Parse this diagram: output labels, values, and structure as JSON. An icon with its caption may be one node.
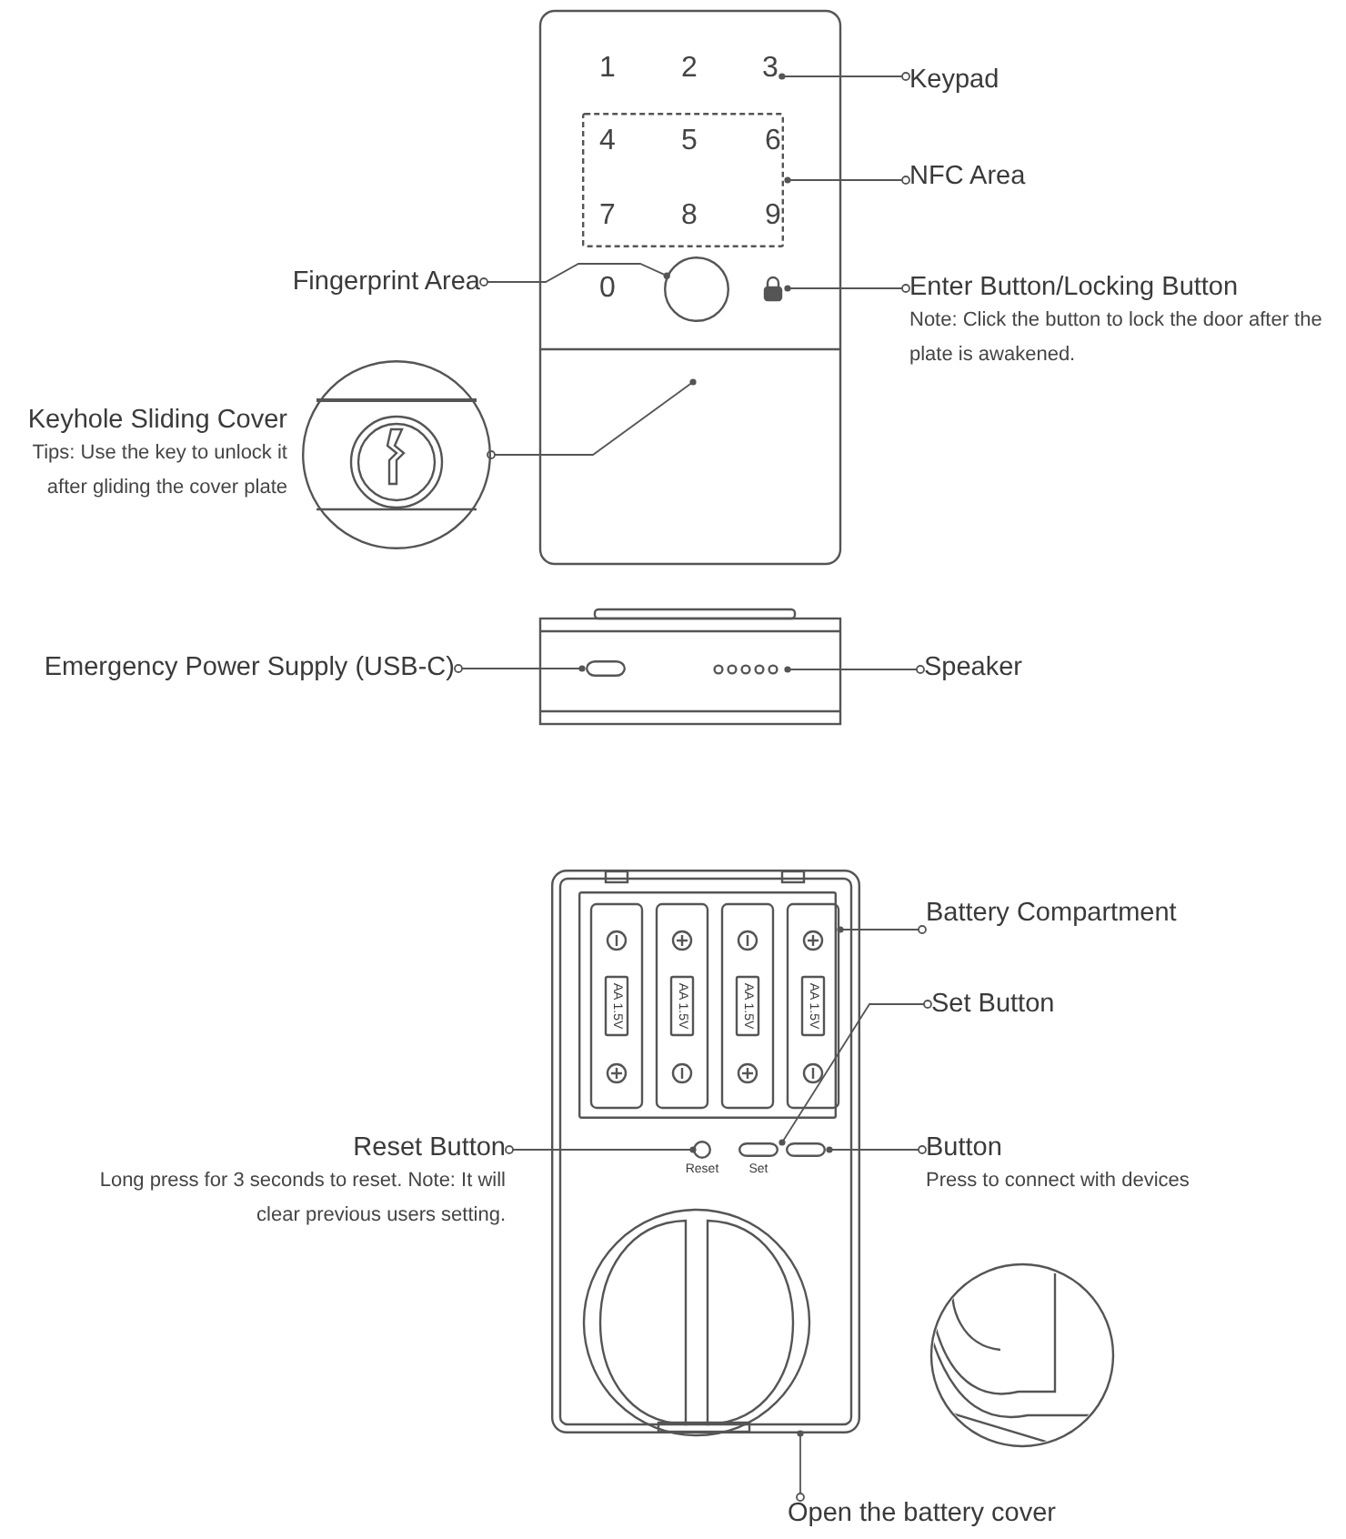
{
  "diagram": {
    "nodes": [
      {
        "text": [
          "Keypad"
        ]
      },
      {
        "text": [
          "3"
        ]
      },
      {
        "text": [
          "NFC Area"
        ]
      },
      {
        "text": [],
        "shape": "box"
      },
      {
        "text": [
          "Fingerprint Area"
        ]
      },
      {
        "text": [],
        "shape": "circle"
      },
      {
        "text": [
          "Enter Button/Locking Button",
          "Note: Click the button to lock the door after the plate is awakened."
        ]
      },
      {
        "text": [],
        "shape": "lock"
      },
      {
        "text": [
          "Keyhole Sliding Cover",
          "Tips: Use the key to unlock it after gliding the cover plate"
        ]
      },
      {
        "text": [],
        "shape": "circle"
      },
      {
        "text": [
          "Emergency Power Supply (USB-C)"
        ]
      },
      {
        "text": [],
        "shape": "box"
      },
      {
        "text": [
          "Speaker"
        ]
      },
      {
        "text": [],
        "shape": "dots"
      },
      {
        "text": [],
        "shape": "picture"
      },
      {
        "text": [
          "Battery Compartment"
        ]
      },
      {
        "text": [],
        "shape": "box",
        "in": 14
      },
      {
        "text": [
          "Set Button"
        ]
      },
      {
        "text": [],
        "shape": "box",
        "in": 14
      },
      {
        "text": [
          "Reset Button",
          "Long press for 3 seconds to reset. Note: It will clear previous users setting."
        ]
      },
      {
        "text": [],
        "shape": "circle",
        "in": 14
      },
      {
        "text": [
          "Button",
          "Press to connect with devices"
        ]
      },
      {
        "text": [],
        "shape": "box",
        "in": 14
      },
      {
        "text": [
          "Open the battery cover"
        ]
      }
    ],
    "edges": [
      {
        "from": 0,
        "to": 1,
        "arrow": "other"
      },
      {
        "from": 2,
        "to": 3,
        "arrow": "other"
      },
      {
        "from": 4,
        "to": 5,
        "arrow": "other"
      },
      {
        "from": 6,
        "to": 7,
        "arrow": "other"
      },
      {
        "from": 9,
        "to": null,
        "arrow": "other"
      },
      {
        "from": 10,
        "to": 11,
        "arrow": "other"
      },
      {
        "from": 12,
        "to": 13,
        "arrow": "other"
      },
      {
        "from": 15,
        "to": 16,
        "arrow": "other"
      },
      {
        "from": 17,
        "to": 18,
        "arrow": "other"
      },
      {
        "from": 19,
        "to": 20,
        "arrow": "other"
      },
      {
        "from": 21,
        "to": 22,
        "arrow": "other"
      },
      {
        "from": 23,
        "to": 14,
        "arrow": "other"
      }
    ],
    "labels": [
      "1",
      "2",
      "4",
      "5",
      "6",
      "7",
      "8",
      "9",
      "0",
      "AA 1.5V",
      "AA 1.5V",
      "AA 1.5V",
      "AA 1.5V",
      "Reset",
      "Set"
    ]
  }
}
